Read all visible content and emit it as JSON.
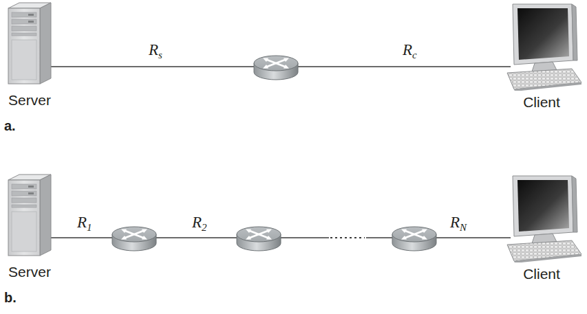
{
  "diagram": {
    "nodes": [
      {
        "text": [
          "Server"
        ]
      },
      {
        "text": [
          "Client"
        ]
      },
      {
        "text": [
          "Server"
        ]
      },
      {
        "text": [
          "Client"
        ]
      }
    ],
    "labels": [
      "Rs",
      "Rc",
      "a.",
      "R1",
      "R2",
      "RN",
      "b."
    ]
  }
}
